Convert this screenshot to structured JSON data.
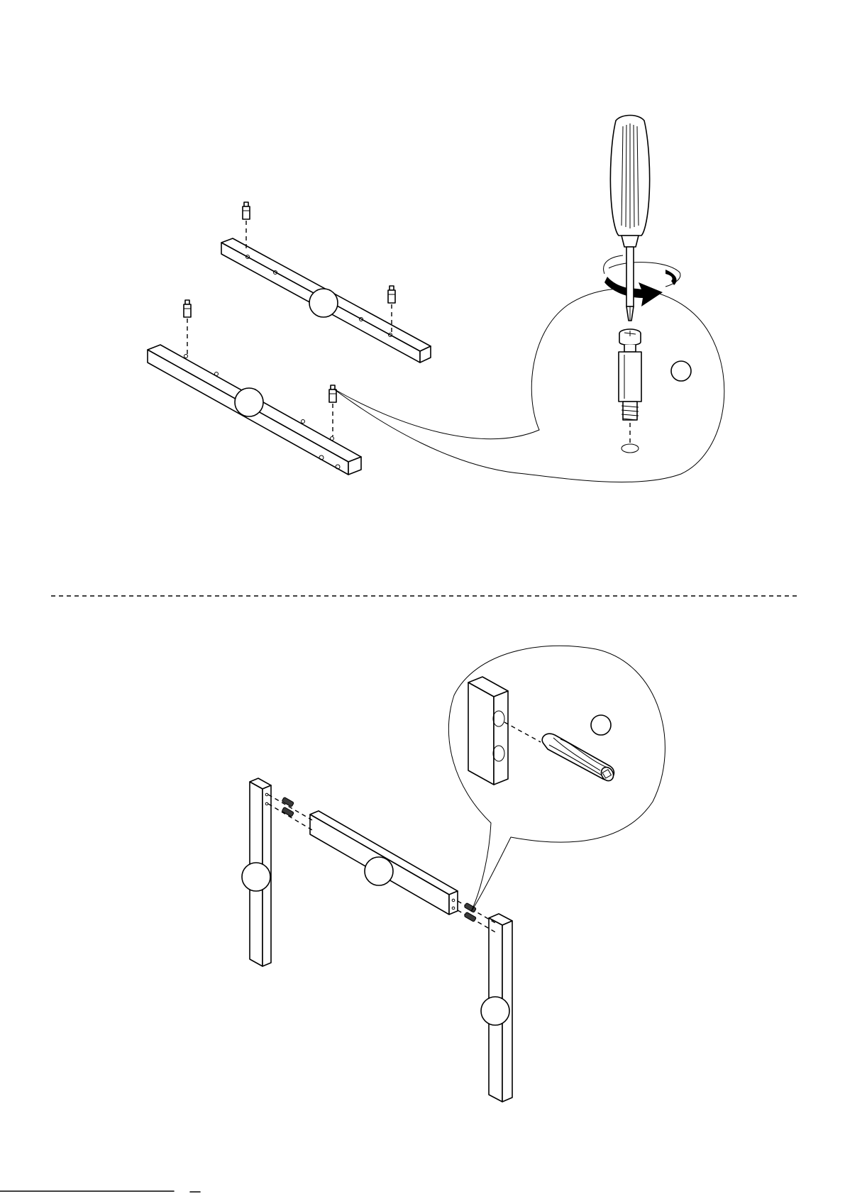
{
  "colors": {
    "ink": "#000000",
    "paper": "#ffffff"
  },
  "steps": [
    {
      "name": "step-install-cam-bolts",
      "tool": "phillips-screwdriver",
      "hardware": "cam-bolt"
    },
    {
      "name": "step-insert-dowels",
      "hardware": "wooden-dowel"
    }
  ]
}
